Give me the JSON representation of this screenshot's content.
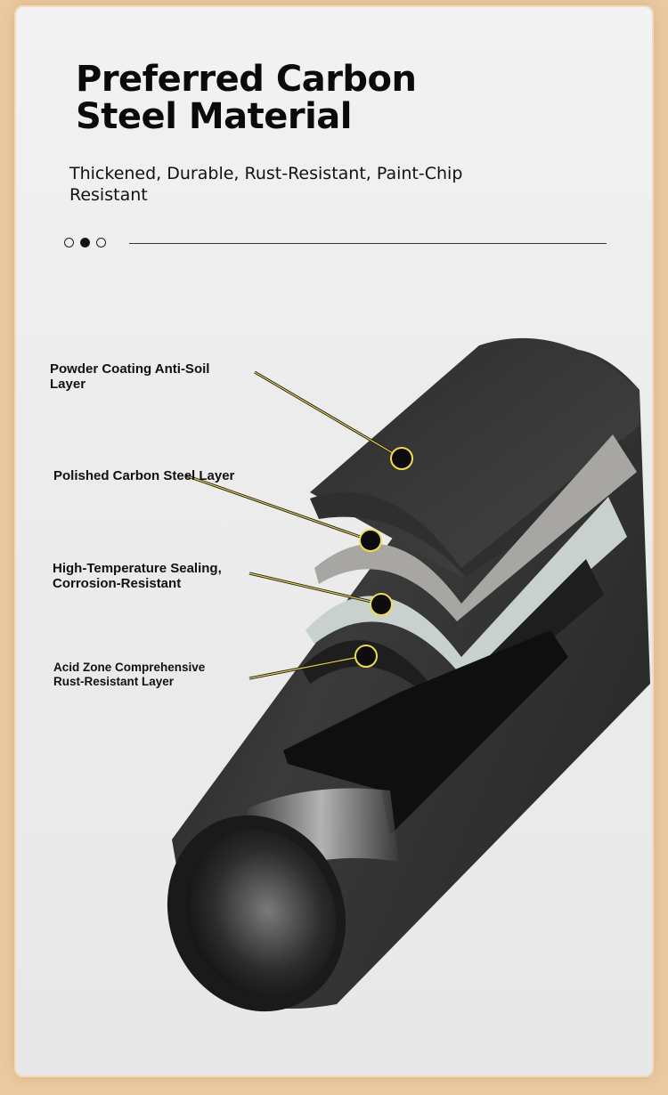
{
  "header": {
    "title": "Preferred Carbon\nSteel Material",
    "subtitle": "Thickened, Durable, Rust-Resistant, Paint-Chip Resistant"
  },
  "carousel": {
    "total": 3,
    "active_index": 1
  },
  "callouts": [
    {
      "label": "Powder Coating Anti-Soil\nLayer"
    },
    {
      "label": "Polished Carbon Steel Layer"
    },
    {
      "label": "High-Temperature Sealing,\nCorrosion-Resistant"
    },
    {
      "label": "Acid Zone Comprehensive\nRust-Resistant Layer"
    }
  ],
  "colors": {
    "page_background": "#e9c9a0",
    "panel_background": "#ececec",
    "pipe_dark": "#2b2b2b",
    "leader_line": "#e8d44a",
    "marker_ring": "#f0dc50"
  }
}
